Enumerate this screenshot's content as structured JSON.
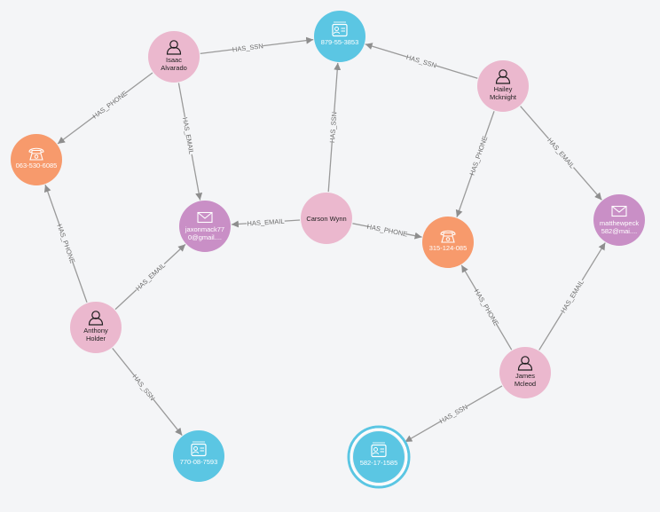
{
  "colors": {
    "person": "#ebb8ce",
    "ssn": "#5bc6e3",
    "phone": "#f79a6c",
    "email": "#c98fc6",
    "edge": "#9a9a9a",
    "selected_ring": "#5bc6e3"
  },
  "nodes": [
    {
      "id": "isaac",
      "type": "person",
      "icon": "person-icon",
      "lines": [
        "Isaac",
        "Alvarado"
      ]
    },
    {
      "id": "ssn879",
      "type": "ssn",
      "icon": "id-card-icon",
      "lines": [
        "879-55-3853"
      ]
    },
    {
      "id": "hailey",
      "type": "person",
      "icon": "person-icon",
      "lines": [
        "Hailey",
        "Mcknight"
      ]
    },
    {
      "id": "phone063",
      "type": "phone",
      "icon": "phone-icon",
      "lines": [
        "063-530-6085"
      ]
    },
    {
      "id": "jaxon",
      "type": "email",
      "icon": "envelope-icon",
      "lines": [
        "jaxonmack77",
        "0@gmail...."
      ]
    },
    {
      "id": "carson",
      "type": "person",
      "icon": "",
      "lines": [
        "Carson Wynn"
      ]
    },
    {
      "id": "phone315",
      "type": "phone",
      "icon": "phone-icon",
      "lines": [
        "315-124-085"
      ]
    },
    {
      "id": "matthew",
      "type": "email",
      "icon": "envelope-icon",
      "lines": [
        "matthewpeck",
        "582@mai...."
      ]
    },
    {
      "id": "anthony",
      "type": "person",
      "icon": "person-icon",
      "lines": [
        "Anthony",
        "Holder"
      ]
    },
    {
      "id": "james",
      "type": "person",
      "icon": "person-icon",
      "lines": [
        "James",
        "Mcleod"
      ]
    },
    {
      "id": "ssn770",
      "type": "ssn",
      "icon": "id-card-icon",
      "lines": [
        "770-08-7593"
      ]
    },
    {
      "id": "ssn582",
      "type": "ssn",
      "icon": "id-card-icon",
      "lines": [
        "582-17-1585"
      ],
      "selected": true
    }
  ],
  "edges": [
    {
      "source": "isaac",
      "target": "ssn879",
      "label": "HAS_SSN"
    },
    {
      "source": "isaac",
      "target": "phone063",
      "label": "HAS_PHONE"
    },
    {
      "source": "isaac",
      "target": "jaxon",
      "label": "HAS_EMAIL"
    },
    {
      "source": "hailey",
      "target": "ssn879",
      "label": "HAS_SSN"
    },
    {
      "source": "hailey",
      "target": "phone315",
      "label": "HAS_PHONE"
    },
    {
      "source": "hailey",
      "target": "matthew",
      "label": "HAS_EMAIL"
    },
    {
      "source": "carson",
      "target": "ssn879",
      "label": "HAS_SSN"
    },
    {
      "source": "carson",
      "target": "jaxon",
      "label": "HAS_EMAIL"
    },
    {
      "source": "carson",
      "target": "phone315",
      "label": "HAS_PHONE"
    },
    {
      "source": "anthony",
      "target": "phone063",
      "label": "HAS_PHONE"
    },
    {
      "source": "anthony",
      "target": "jaxon",
      "label": "HAS_EMAIL"
    },
    {
      "source": "anthony",
      "target": "ssn770",
      "label": "HAS_SSN"
    },
    {
      "source": "james",
      "target": "phone315",
      "label": "HAS_PHONE"
    },
    {
      "source": "james",
      "target": "matthew",
      "label": "HAS_EMAIL"
    },
    {
      "source": "james",
      "target": "ssn582",
      "label": "HAS_SSN"
    }
  ]
}
